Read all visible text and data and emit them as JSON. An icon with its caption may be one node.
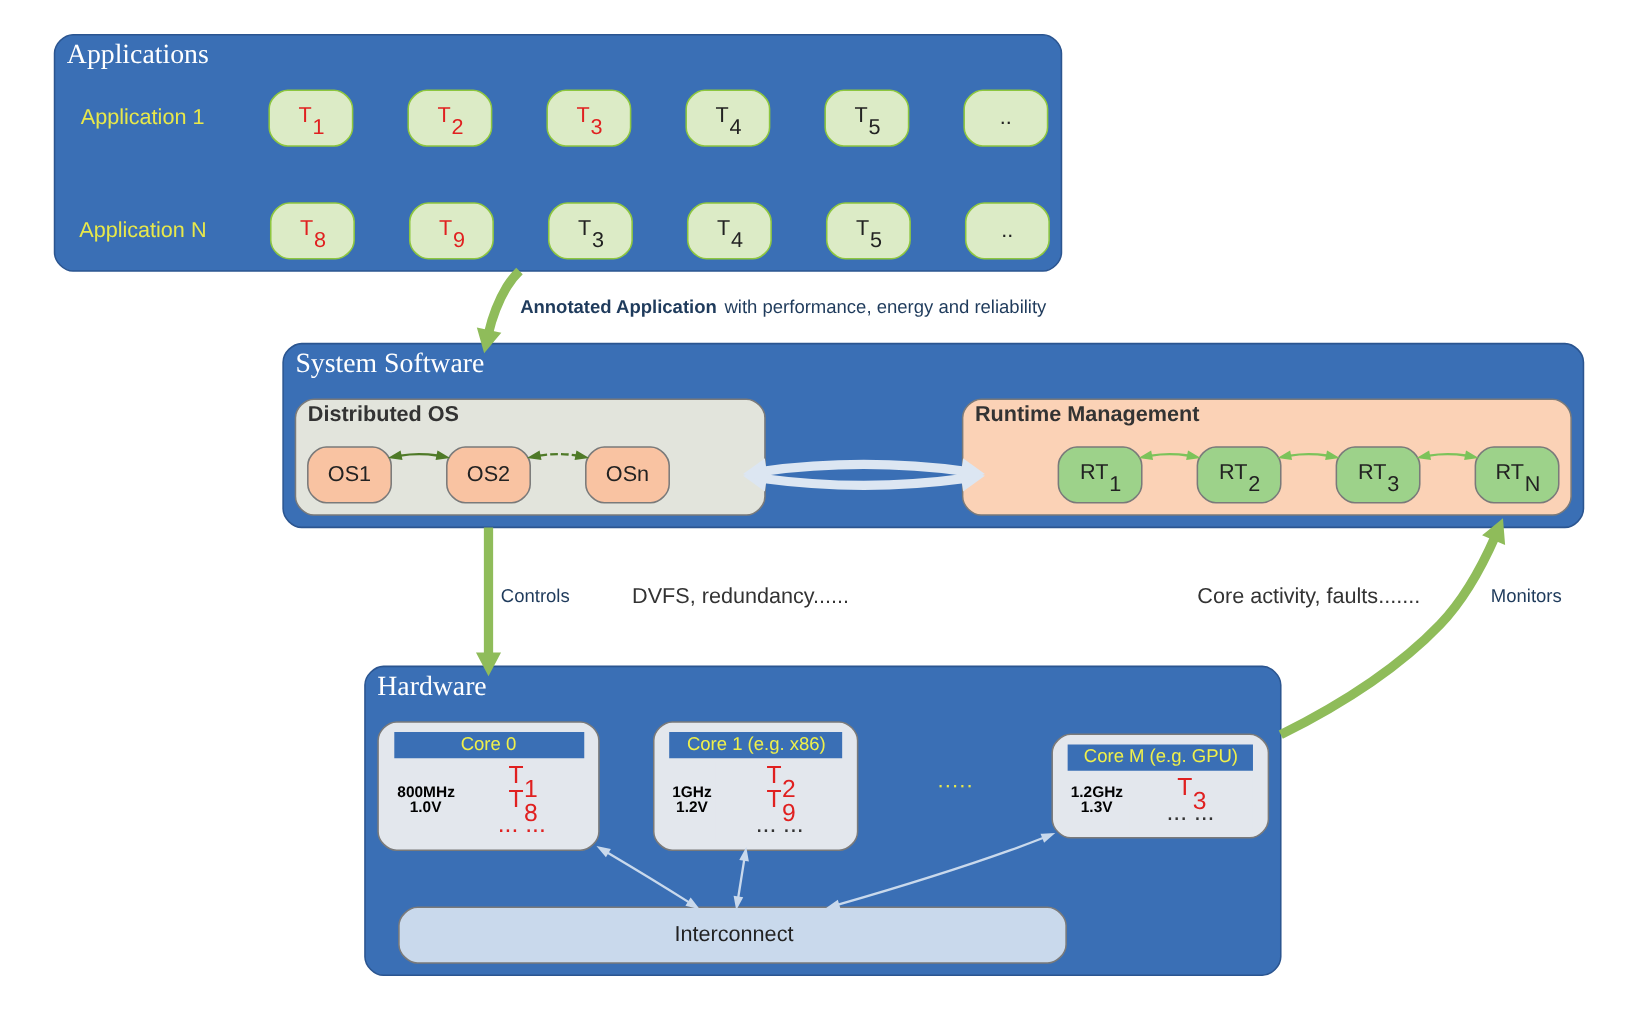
{
  "diagram": {
    "nodes": [
      {
        "text": [
          "Applications"
        ]
      },
      {
        "text": [
          "T$_{1}$"
        ],
        "in": 0
      },
      {
        "text": [
          "T$_{2}$"
        ],
        "in": 0
      },
      {
        "text": [
          "T$_{3}$"
        ],
        "in": 0
      },
      {
        "text": [
          "T$_{4}$"
        ],
        "in": 0
      },
      {
        "text": [
          "T$_{5}$"
        ],
        "in": 0
      },
      {
        "text": [
          ".."
        ],
        "in": 0
      },
      {
        "text": [
          "T$_{8}$"
        ],
        "in": 0
      },
      {
        "text": [
          "T$_{9}$"
        ],
        "in": 0
      },
      {
        "text": [
          "T$_{3}$"
        ],
        "in": 0
      },
      {
        "text": [
          "T$_{4}$"
        ],
        "in": 0
      },
      {
        "text": [
          "T$_{5}$"
        ],
        "in": 0
      },
      {
        "text": [
          ".."
        ],
        "in": 0
      },
      {
        "text": [
          "System Software"
        ]
      },
      {
        "text": [
          "Distributed OS"
        ],
        "in": 13
      },
      {
        "text": [
          "OS1"
        ],
        "in": 14
      },
      {
        "text": [
          "OS2"
        ],
        "in": 14
      },
      {
        "text": [
          "OSn"
        ],
        "in": 14
      },
      {
        "text": [
          "Runtime Management"
        ],
        "in": 13
      },
      {
        "text": [
          "RT$_{1}$"
        ],
        "in": 18
      },
      {
        "text": [
          "RT$_{2}$"
        ],
        "in": 18
      },
      {
        "text": [
          "RT$_{3}$"
        ],
        "in": 18
      },
      {
        "text": [
          "RT$_{N}$"
        ],
        "in": 18
      },
      {
        "text": [
          "Hardware"
        ]
      },
      {
        "text": [
          "Core 0",
          "800MHz",
          "1.0V",
          "T$_{1}$",
          "T$_{8}$",
          "... ..."
        ],
        "in": 23
      },
      {
        "text": [
          "Core 1 (e.g. x86)",
          "1GHz",
          "1.2V",
          "T$_{2}$",
          "T$_{9}$",
          "... ..."
        ],
        "in": 23
      },
      {
        "text": [
          "Core M (e.g. GPU)",
          "1.2GHz",
          "1.3V",
          "T$_{3}$",
          "... ..."
        ],
        "in": 23
      },
      {
        "text": [
          "Interconnect"
        ],
        "in": 23
      }
    ],
    "edges": [
      {
        "from": 0,
        "to": 13,
        "arrow": "to",
        "label": "**Annotated Application** with performance, energy and reliability",
        "style": "thick",
        "color": "#8fbc5a"
      },
      {
        "from": 15,
        "to": 16,
        "arrow": "both",
        "color": "#4f7a28"
      },
      {
        "from": 16,
        "to": 17,
        "arrow": "both",
        "style": "dashed",
        "color": "#4f7a28"
      },
      {
        "from": 14,
        "to": 18,
        "arrow": "both",
        "style": "thick",
        "color": "#dce6f2"
      },
      {
        "from": 19,
        "to": 20,
        "arrow": "both",
        "color": "#7cc35a"
      },
      {
        "from": 20,
        "to": 21,
        "arrow": "both",
        "color": "#7cc35a"
      },
      {
        "from": 21,
        "to": 22,
        "arrow": "both",
        "color": "#7cc35a"
      },
      {
        "from": 13,
        "to": 23,
        "arrow": "to",
        "label": "Controls",
        "style": "thick",
        "color": "#8fbc5a"
      },
      {
        "from": 23,
        "to": 13,
        "arrow": "to",
        "label": "Monitors",
        "style": "thick",
        "color": "#8fbc5a"
      },
      {
        "from": 24,
        "to": 27,
        "arrow": "both",
        "color": "#c9d9ec"
      },
      {
        "from": 25,
        "to": 27,
        "arrow": "both",
        "color": "#c9d9ec"
      },
      {
        "from": 26,
        "to": 27,
        "arrow": "both",
        "color": "#c9d9ec"
      }
    ],
    "labels": [
      "Application 1",
      "Application N",
      "DVFS, redundancy......",
      "Core activity, faults.......",
      "·····"
    ]
  }
}
